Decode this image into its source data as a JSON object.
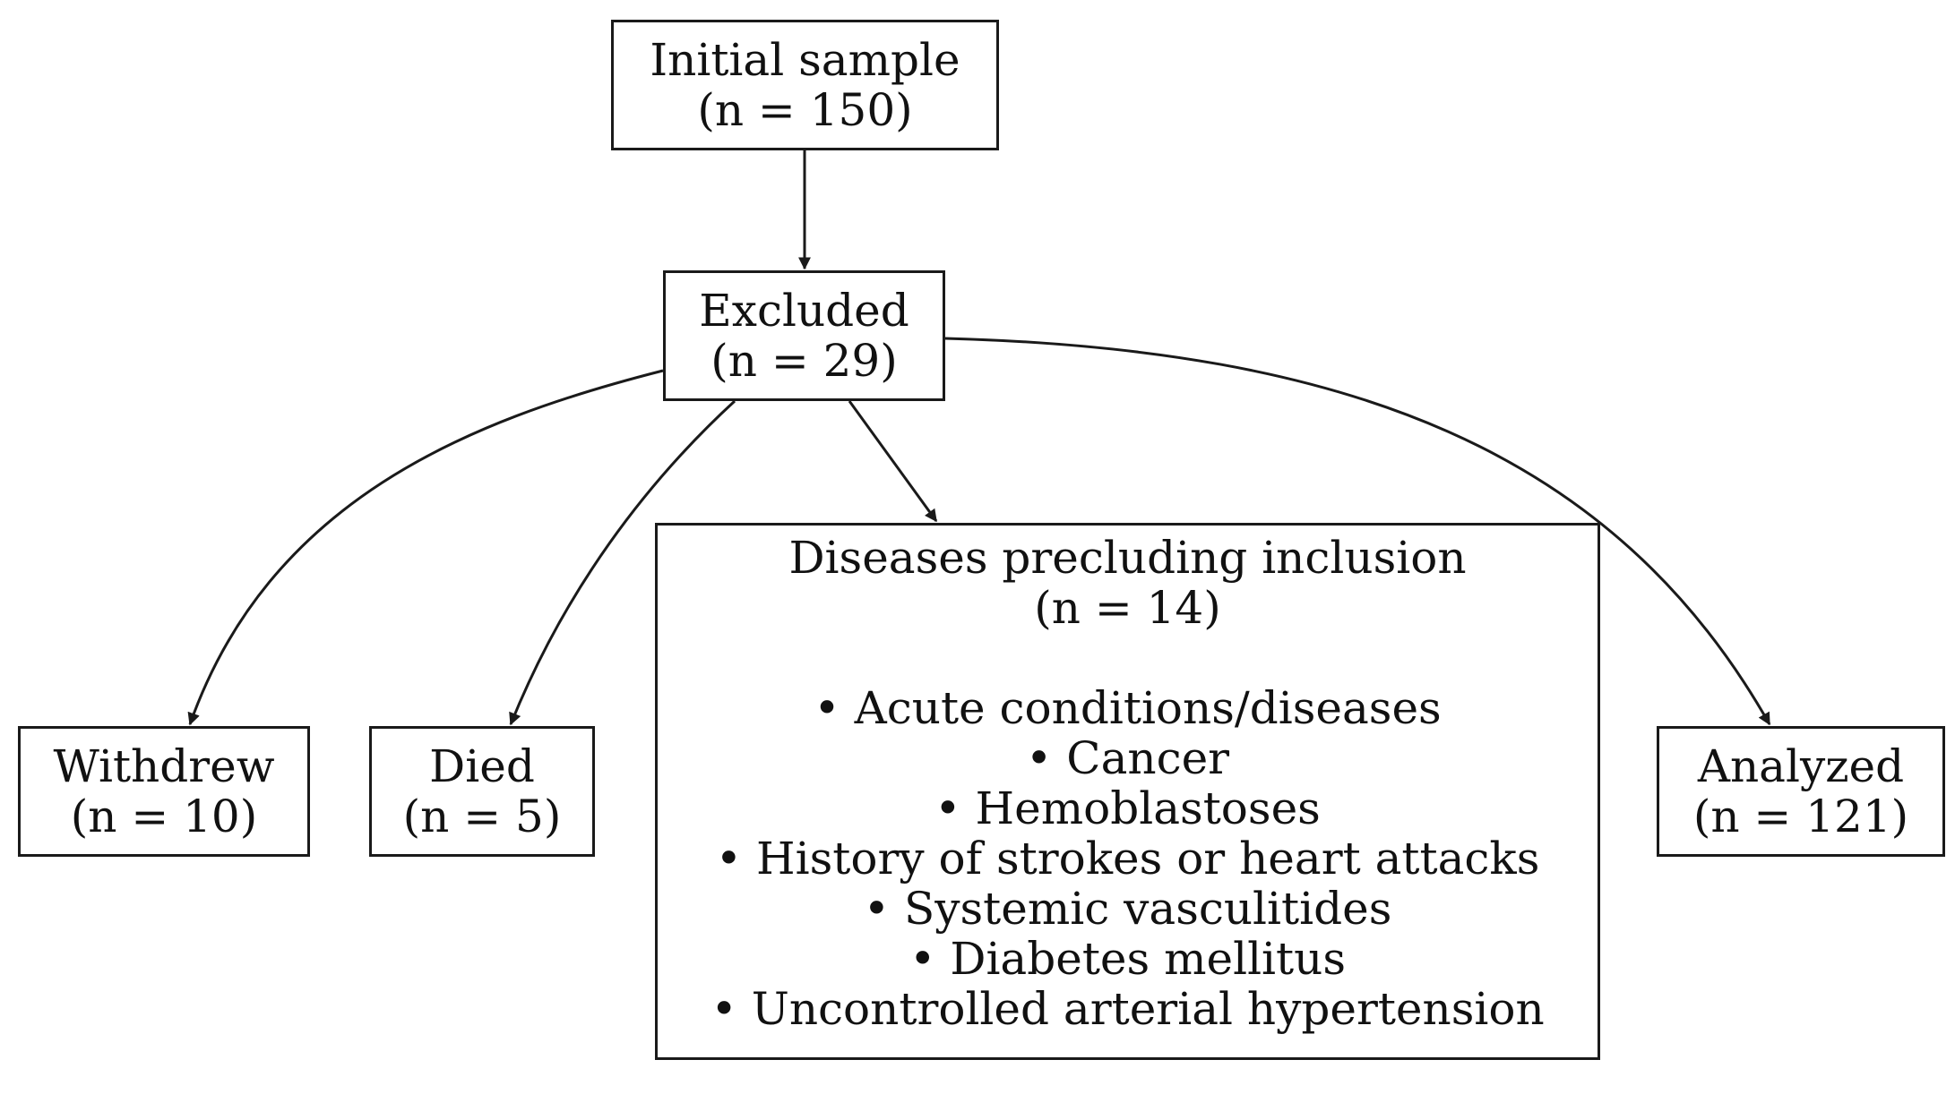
{
  "nodes": {
    "initial": {
      "title": "Initial sample",
      "count": "(n = 150)"
    },
    "excluded": {
      "title": "Excluded",
      "count": "(n = 29)"
    },
    "withdrew": {
      "title": "Withdrew",
      "count": "(n = 10)"
    },
    "died": {
      "title": "Died",
      "count": "(n = 5)"
    },
    "diseases": {
      "title": "Diseases precluding inclusion",
      "count": "(n = 14)",
      "items": [
        "• Acute conditions/diseases",
        "• Cancer",
        "• Hemoblastoses",
        "• History of strokes or heart attacks",
        "• Systemic vasculitides",
        "• Diabetes mellitus",
        "• Uncontrolled arterial hypertension"
      ]
    },
    "analyzed": {
      "title": "Analyzed",
      "count": "(n = 121)"
    }
  },
  "edges": [
    {
      "from": "initial",
      "to": "excluded"
    },
    {
      "from": "excluded",
      "to": "withdrew"
    },
    {
      "from": "excluded",
      "to": "died"
    },
    {
      "from": "excluded",
      "to": "diseases"
    },
    {
      "from": "excluded",
      "to": "analyzed"
    }
  ],
  "colors": {
    "stroke": "#1a1a1a",
    "background": "#ffffff"
  }
}
